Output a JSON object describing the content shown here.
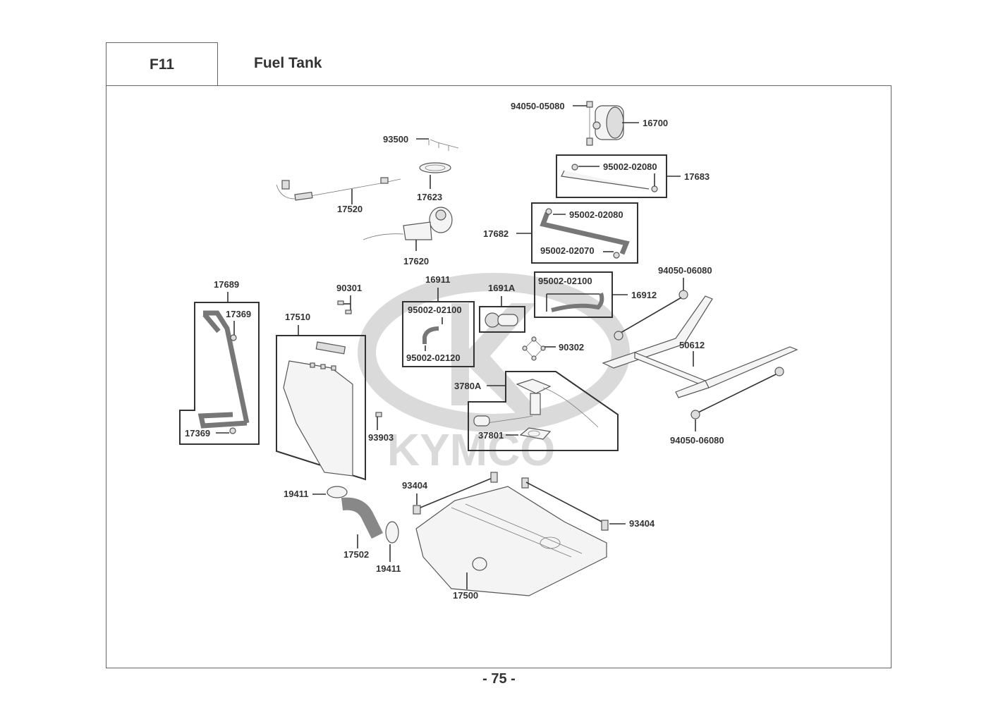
{
  "header": {
    "section_code": "F11",
    "section_title": "Fuel Tank"
  },
  "watermark": {
    "brand": "KYMCO",
    "color": "#d0d0d0"
  },
  "callouts": {
    "p94050_05080": "94050-05080",
    "p16700": "16700",
    "p93500": "93500",
    "p17683": "17683",
    "p17683_clip_a": "95002-02080",
    "p17623": "17623",
    "p17520": "17520",
    "p17682": "17682",
    "p17682_clip_a": "95002-02080",
    "p17682_clip_b": "95002-02070",
    "p17620": "17620",
    "p94050_06080_top": "94050-06080",
    "p17689": "17689",
    "p17369_top": "17369",
    "p17369_bottom": "17369",
    "p90301": "90301",
    "p16911": "16911",
    "p16911_clip_a": "95002-02100",
    "p16911_clip_b": "95002-02120",
    "p1691A": "1691A",
    "p16912": "16912",
    "p16912_clip": "95002-02100",
    "p17510": "17510",
    "p90302": "90302",
    "p50612": "50612",
    "p3780A": "3780A",
    "p37801": "37801",
    "p93903": "93903",
    "p94050_06080_bottom": "94050-06080",
    "p93404_left": "93404",
    "p93404_right": "93404",
    "p19411_top": "19411",
    "p19411_bottom": "19411",
    "p17502": "17502",
    "p17500": "17500"
  },
  "footer": {
    "page_number": "- 75 -"
  }
}
